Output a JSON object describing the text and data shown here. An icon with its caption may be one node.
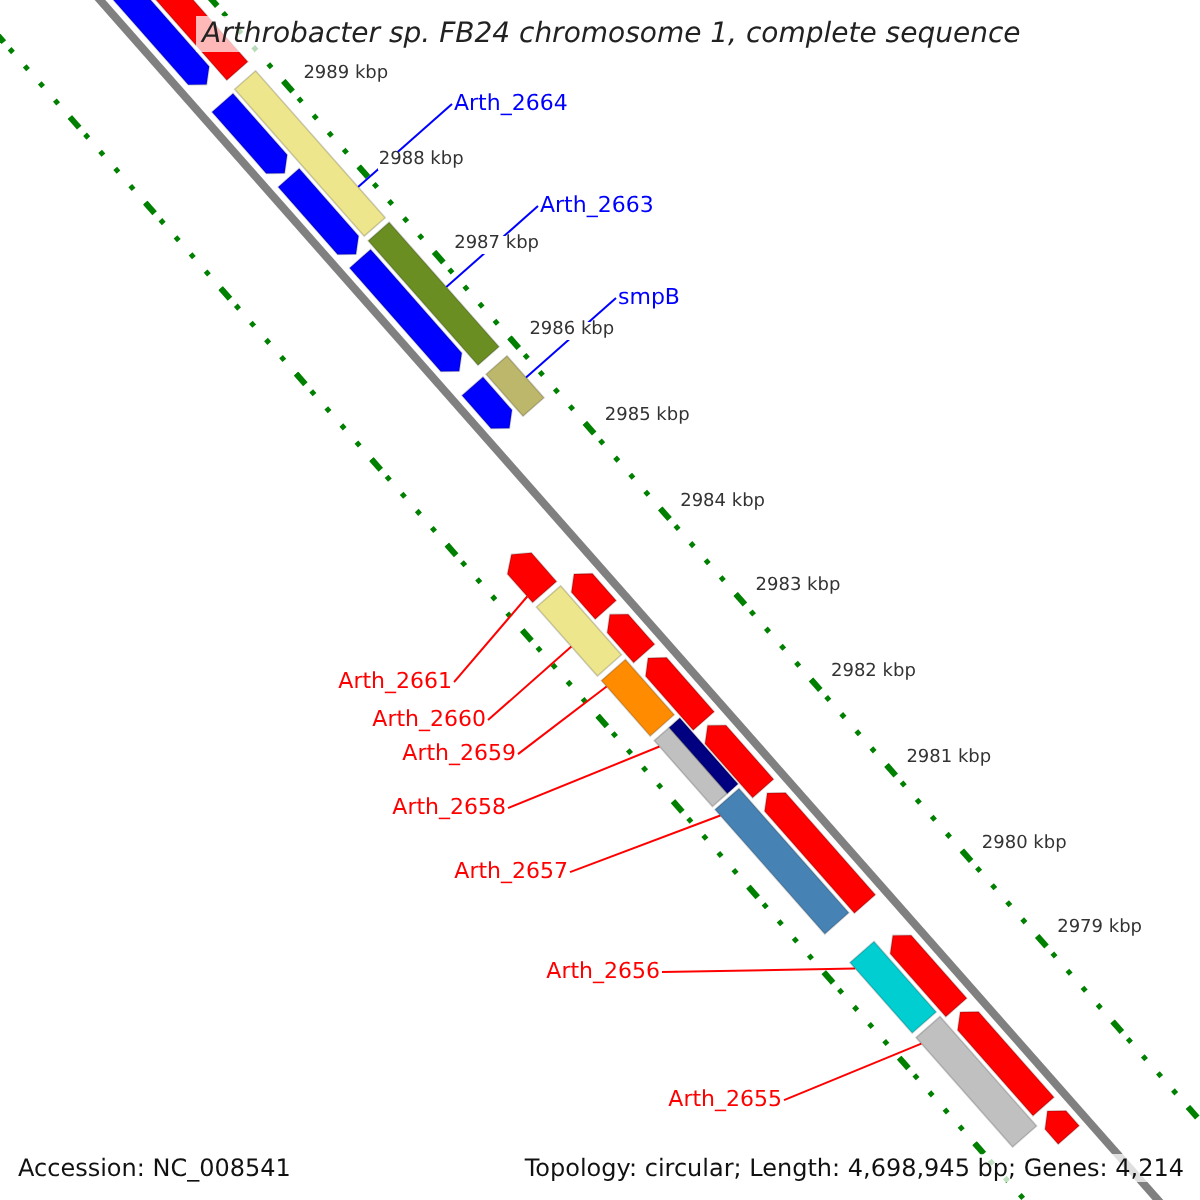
{
  "diagram": {
    "title": "Arthrobacter sp. FB24 chromosome 1, complete sequence",
    "nodes": [
      {
        "text": [
          "Arth_2664"
        ]
      },
      {
        "text": [],
        "shape": "bar"
      },
      {
        "text": [
          "Arth_2663"
        ]
      },
      {
        "text": [],
        "shape": "bar"
      },
      {
        "text": [
          "smpB"
        ]
      },
      {
        "text": [],
        "shape": "bar"
      },
      {
        "text": [
          "Arth_2661"
        ]
      },
      {
        "text": [],
        "shape": "arrow"
      },
      {
        "text": [
          "Arth_2660"
        ]
      },
      {
        "text": [],
        "shape": "bar"
      },
      {
        "text": [
          "Arth_2659"
        ]
      },
      {
        "text": [],
        "shape": "bar"
      },
      {
        "text": [
          "Arth_2658"
        ]
      },
      {
        "text": [],
        "shape": "bar"
      },
      {
        "text": [
          "Arth_2657"
        ]
      },
      {
        "text": [],
        "shape": "bar"
      },
      {
        "text": [
          "Arth_2656"
        ]
      },
      {
        "text": [],
        "shape": "bar"
      },
      {
        "text": [
          "Arth_2655"
        ]
      },
      {
        "text": [],
        "shape": "bar"
      },
      {
        "text": [],
        "shape": "arrow"
      },
      {
        "text": [],
        "shape": "arrow"
      },
      {
        "text": [],
        "shape": "arrow"
      },
      {
        "text": [],
        "shape": "arrow"
      },
      {
        "text": [],
        "shape": "arrow"
      },
      {
        "text": [],
        "shape": "arrow"
      },
      {
        "text": [],
        "shape": "arrow"
      },
      {
        "text": [],
        "shape": "arrow"
      },
      {
        "text": [],
        "shape": "arrow"
      },
      {
        "text": [],
        "shape": "bar"
      },
      {
        "text": [],
        "shape": "arrow"
      },
      {
        "text": [],
        "shape": "arrow"
      },
      {
        "text": [],
        "shape": "arrow"
      },
      {
        "text": [],
        "shape": "arrow"
      },
      {
        "text": [],
        "shape": "arrow"
      }
    ],
    "edges": [
      {
        "from": 0,
        "to": 1,
        "arrow": "none",
        "color": "#0000ff"
      },
      {
        "from": 2,
        "to": 3,
        "arrow": "none",
        "color": "#0000ff"
      },
      {
        "from": 4,
        "to": 5,
        "arrow": "none",
        "color": "#0000ff"
      },
      {
        "from": 6,
        "to": 7,
        "arrow": "none"
      },
      {
        "from": 8,
        "to": 9,
        "arrow": "none"
      },
      {
        "from": 10,
        "to": 11,
        "arrow": "none"
      },
      {
        "from": 12,
        "to": 13,
        "arrow": "none"
      },
      {
        "from": 14,
        "to": 15,
        "arrow": "none"
      },
      {
        "from": 16,
        "to": 17,
        "arrow": "none"
      },
      {
        "from": 18,
        "to": 19,
        "arrow": "none"
      }
    ],
    "labels": [
      "2989 kbp",
      "2988 kbp",
      "2987 kbp",
      "2986 kbp",
      "2985 kbp",
      "2984 kbp",
      "2983 kbp",
      "2982 kbp",
      "2981 kbp",
      "2980 kbp",
      "2979 kbp",
      "Accession: NC_008541",
      "Topology: circular; Length: 4,698,945 bp; Genes: 4,214"
    ]
  }
}
